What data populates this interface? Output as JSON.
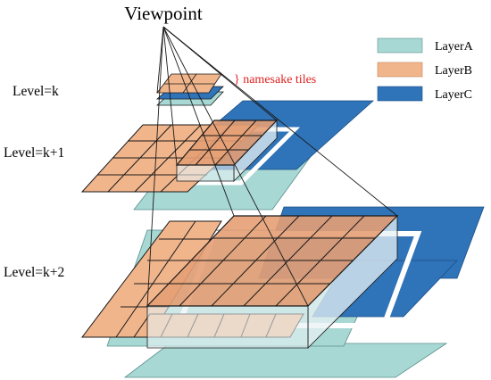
{
  "title": "Viewpoint",
  "levels": [
    "Level=k",
    "Level=k+1",
    "Level=k+2"
  ],
  "annotation": "} namesake tiles",
  "legend": [
    {
      "label": "LayerA",
      "color": "#a8d8d4"
    },
    {
      "label": "LayerB",
      "color": "#f1b58c"
    },
    {
      "label": "LayerC",
      "color": "#2f73b8"
    }
  ],
  "colors": {
    "annotation": "#e02020",
    "outline": "#1a1a1a",
    "wall": "#e8f2f4",
    "orange_overlay": "#e59f74"
  }
}
